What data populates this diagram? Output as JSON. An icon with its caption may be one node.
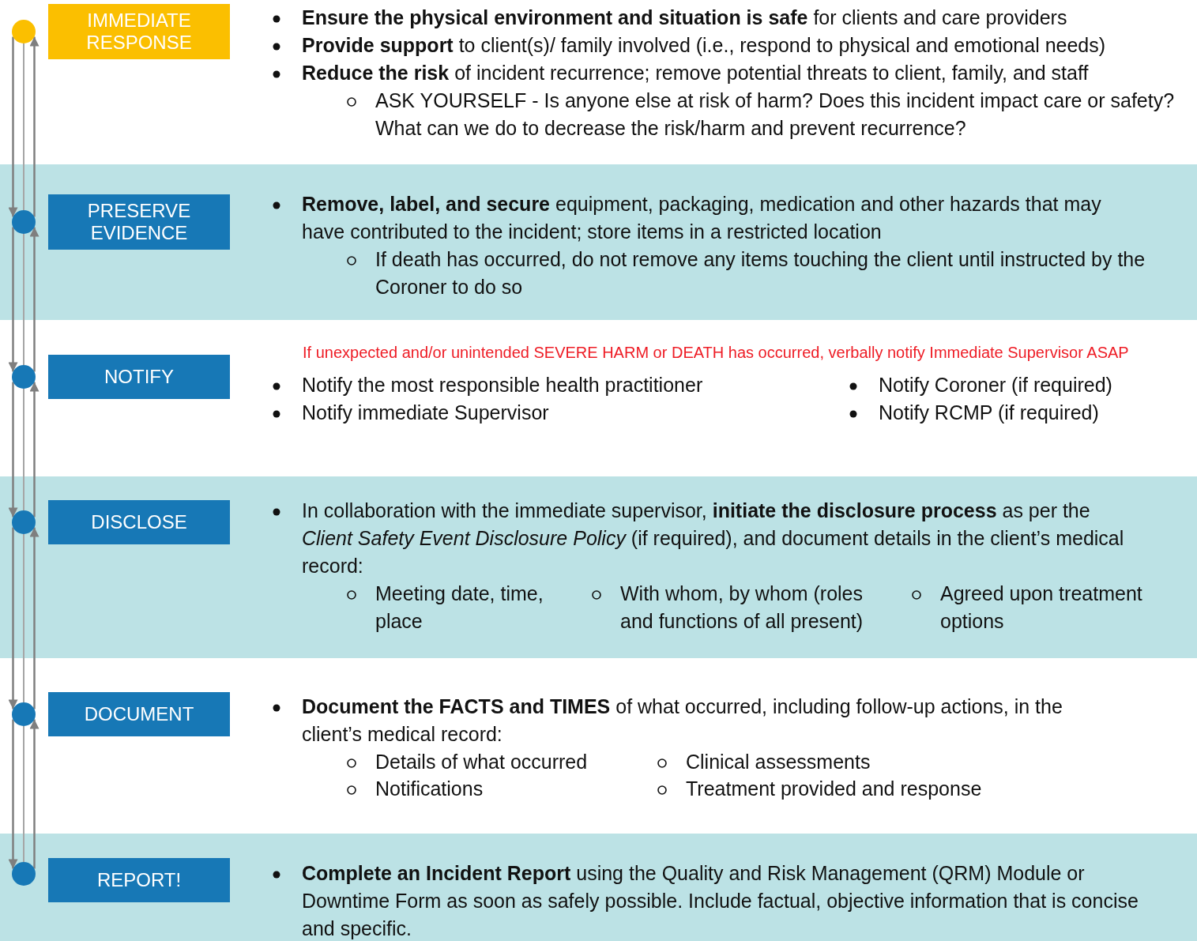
{
  "diagram": {
    "nodes": [
      {
        "text": [
          "**Ensure the physical environment and situation is safe** for clients and care providers",
          "**Provide support** to client(s)/ family involved (i.e., respond to physical and emotional needs)",
          "**Reduce the risk** of incident recurrence; remove potential threats to client, family, and staff",
          "ASK YOURSELF - Is anyone else at risk of harm? Does this incident impact care or safety? What can we do to decrease the risk/harm and prevent recurrence?"
        ]
      },
      {
        "text": [],
        "shape": "circle",
        "in": 0
      },
      {
        "text": [
          "IMMEDIATE RESPONSE"
        ],
        "in": 0
      },
      {
        "text": [
          "**Remove, label, and secure** equipment, packaging, medication and other hazards that may have contributed to the incident; store items in a restricted location",
          "If death has occurred, do not remove any items touching the client until instructed by the Coroner to do so"
        ]
      },
      {
        "text": [],
        "shape": "circle",
        "in": 3
      },
      {
        "text": [
          "PRESERVE EVIDENCE"
        ],
        "in": 3
      },
      {
        "text": [
          "If unexpected and/or unintended SEVERE HARM or DEATH has occurred, verbally notify Immediate Supervisor ASAP",
          "Notify the most responsible health practitioner",
          "Notify immediate Supervisor",
          "Notify Coroner (if required)",
          "Notify RCMP (if required)"
        ]
      },
      {
        "text": [],
        "shape": "circle",
        "in": 6
      },
      {
        "text": [
          "NOTIFY"
        ],
        "in": 6
      },
      {
        "text": [
          "In collaboration with the immediate supervisor, **initiate the disclosure process** as per the *Client Safety Event Disclosure Policy* (if required), and document details in the client’s medical record:",
          "Meeting date, time, place",
          "With whom, by whom (roles and functions of all present)",
          "Agreed upon treatment options"
        ]
      },
      {
        "text": [],
        "shape": "circle",
        "in": 9
      },
      {
        "text": [
          "DISCLOSE"
        ],
        "in": 9
      },
      {
        "text": [
          "**Document the FACTS and TIMES** of what occurred, including follow-up actions, in the client’s medical record:",
          "Details of what occurred",
          "Clinical assessments",
          "Notifications",
          "Treatment provided and  response"
        ]
      },
      {
        "text": [],
        "shape": "circle",
        "in": 12
      },
      {
        "text": [
          "DOCUMENT"
        ],
        "in": 12
      },
      {
        "text": [
          "**Complete an Incident Report** using the Quality and Risk Management (QRM) Module or Downtime Form as soon as safely possible. Include factual, objective information that is concise and specific."
        ]
      },
      {
        "text": [],
        "shape": "circle",
        "in": 15
      },
      {
        "text": [
          "REPORT!"
        ],
        "in": 15
      }
    ],
    "edges": [
      {
        "from": 1,
        "to": 4,
        "arrow": "none"
      },
      {
        "from": 4,
        "to": 7,
        "arrow": "none"
      },
      {
        "from": 7,
        "to": 10,
        "arrow": "none"
      },
      {
        "from": 10,
        "to": 13,
        "arrow": "none"
      },
      {
        "from": 13,
        "to": 16,
        "arrow": "none"
      },
      {
        "from": 1,
        "to": 4,
        "arrow": "to"
      },
      {
        "from": 4,
        "to": 1,
        "arrow": "to"
      },
      {
        "from": 4,
        "to": 7,
        "arrow": "to"
      },
      {
        "from": 7,
        "to": 4,
        "arrow": "to"
      },
      {
        "from": 7,
        "to": 10,
        "arrow": "to"
      },
      {
        "from": 10,
        "to": 7,
        "arrow": "to"
      },
      {
        "from": 10,
        "to": 13,
        "arrow": "to"
      },
      {
        "from": 13,
        "to": 10,
        "arrow": "to"
      },
      {
        "from": 13,
        "to": 16,
        "arrow": "to"
      },
      {
        "from": 16,
        "to": 13,
        "arrow": "to"
      }
    ]
  }
}
